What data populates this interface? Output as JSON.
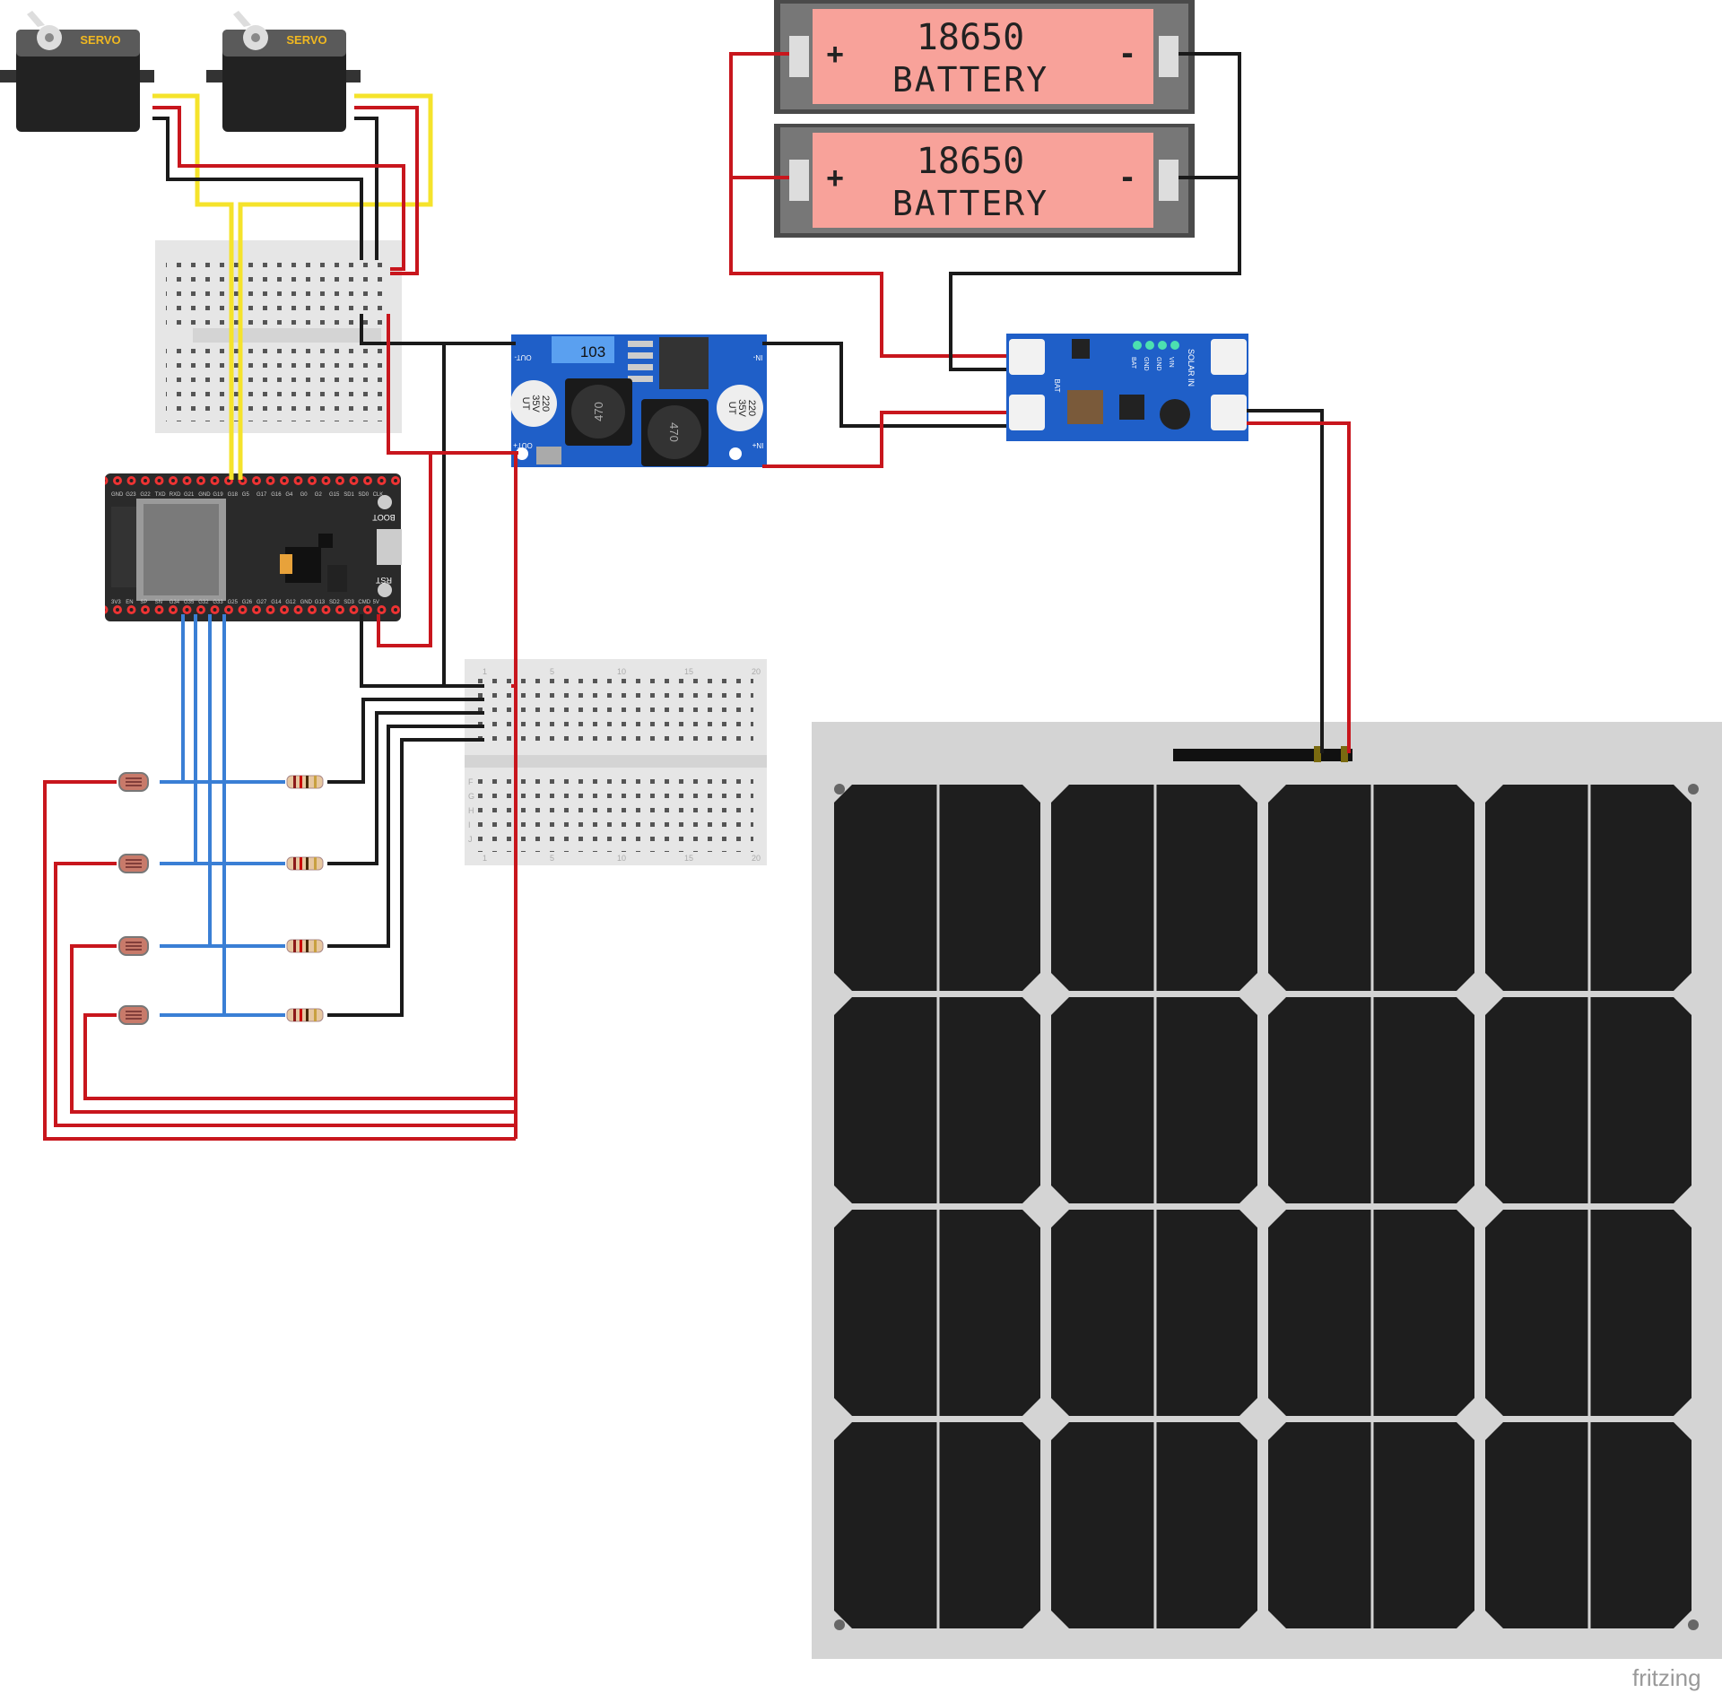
{
  "servos": [
    {
      "label": "SERVO"
    },
    {
      "label": "SERVO"
    }
  ],
  "batteries": [
    {
      "line1": "18650",
      "line2": "BATTERY",
      "plus": "+",
      "minus": "-"
    },
    {
      "line1": "18650",
      "line2": "BATTERY",
      "plus": "+",
      "minus": "-"
    }
  ],
  "boost_module": {
    "pot_label": "103",
    "cap_left": [
      "220",
      "35V",
      "UT"
    ],
    "cap_right": [
      "220",
      "35V",
      "UT"
    ],
    "inductor_left": "470",
    "inductor_right": "470",
    "out_minus": "OUT-",
    "out_plus": "OUT+",
    "in_minus": "IN-",
    "in_plus": "IN+"
  },
  "charger_module": {
    "solar_in": "SOLAR IN",
    "bat": "BAT",
    "pins": [
      "BAT",
      "GND",
      "GND",
      "VIN"
    ]
  },
  "esp32": {
    "boot": "BOOT",
    "rst": "RST",
    "top_pins": [
      "GND",
      "G23",
      "G22",
      "TXD",
      "RXD",
      "G21",
      "GND",
      "G19",
      "G18",
      "G5",
      "G17",
      "G16",
      "G4",
      "G0",
      "G2",
      "G15",
      "SD1",
      "SD0",
      "CLK"
    ],
    "bottom_pins": [
      "3V3",
      "EN",
      "SP",
      "SN",
      "G34",
      "G35",
      "G32",
      "G33",
      "G25",
      "G26",
      "G27",
      "G14",
      "G12",
      "GND",
      "G13",
      "SD2",
      "SD3",
      "CMD",
      "5V"
    ]
  },
  "breadboard2": {
    "col_numbers": [
      "1",
      "5",
      "10",
      "15",
      "20"
    ],
    "row_letters_bottom": [
      "F",
      "G",
      "H",
      "I",
      "J"
    ]
  },
  "watermark": "fritzing",
  "colors": {
    "wire_red": "#c8161d",
    "wire_black": "#1a1a1a",
    "wire_yellow": "#f5e32b",
    "wire_blue": "#3a7fd5",
    "battery_pink": "#f8a29a",
    "module_blue": "#1f5fc8",
    "solar_cell": "#1e1e1e",
    "solar_frame": "#d4d4d4"
  }
}
